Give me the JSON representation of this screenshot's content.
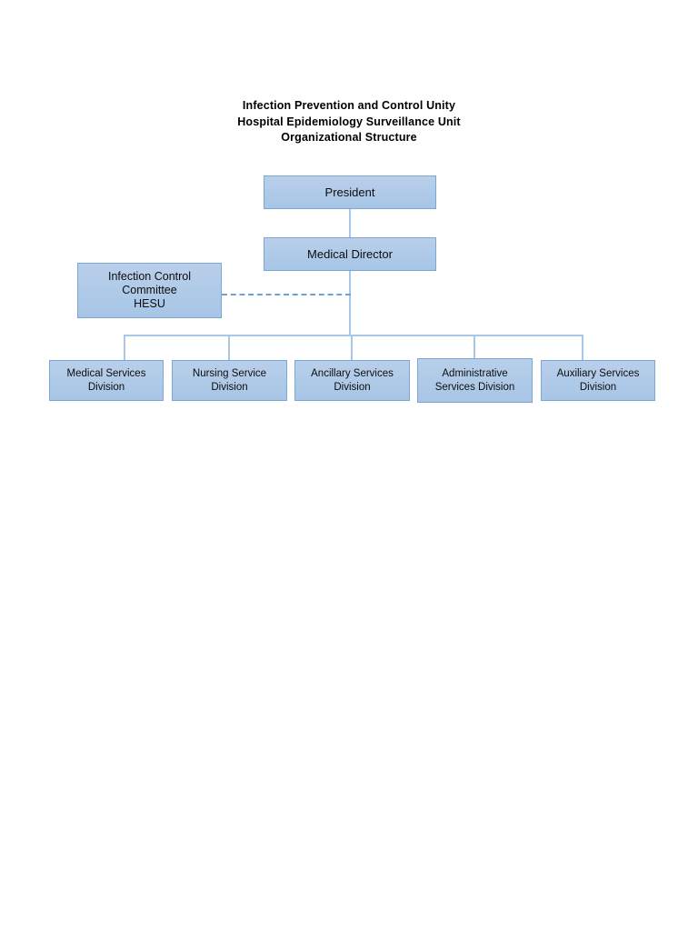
{
  "document": {
    "title_lines": [
      "Infection Prevention and Control Unity",
      "Hospital Epidemiology Surveillance Unit",
      "Organizational Structure"
    ]
  },
  "colors": {
    "node_fill": "#b0cbe8",
    "node_border": "#7ba7d7",
    "connector": "#a8c6e6",
    "dashed_connector": "#6fa3d6",
    "text": "#0d0d0d",
    "page_background": "#ffffff"
  },
  "chart_data": {
    "type": "diagram",
    "diagram_kind": "organizational-chart",
    "title": "Infection Prevention and Control Unity Hospital Epidemiology Surveillance Unit Organizational Structure",
    "nodes": [
      {
        "id": "president",
        "label": "President",
        "level": 0
      },
      {
        "id": "director",
        "label": "Medical Director",
        "level": 1
      },
      {
        "id": "icc",
        "label": "Infection Control\nCommittee\nHESU",
        "level": 2,
        "role": "advisory"
      },
      {
        "id": "medical",
        "label": "Medical Services\nDivision",
        "level": 3
      },
      {
        "id": "nursing",
        "label": "Nursing Service\nDivision",
        "level": 3
      },
      {
        "id": "ancillary",
        "label": "Ancillary Services\nDivision",
        "level": 3
      },
      {
        "id": "admin",
        "label": "Administrative\nServices Division",
        "level": 3
      },
      {
        "id": "auxiliary",
        "label": "Auxiliary Services\nDivision",
        "level": 3
      }
    ],
    "edges": [
      {
        "from": "president",
        "to": "director",
        "style": "solid"
      },
      {
        "from": "director",
        "to": "medical",
        "style": "solid"
      },
      {
        "from": "director",
        "to": "nursing",
        "style": "solid"
      },
      {
        "from": "director",
        "to": "ancillary",
        "style": "solid"
      },
      {
        "from": "director",
        "to": "admin",
        "style": "solid"
      },
      {
        "from": "director",
        "to": "auxiliary",
        "style": "solid"
      },
      {
        "from": "icc",
        "to": "director",
        "style": "dashed"
      }
    ]
  }
}
